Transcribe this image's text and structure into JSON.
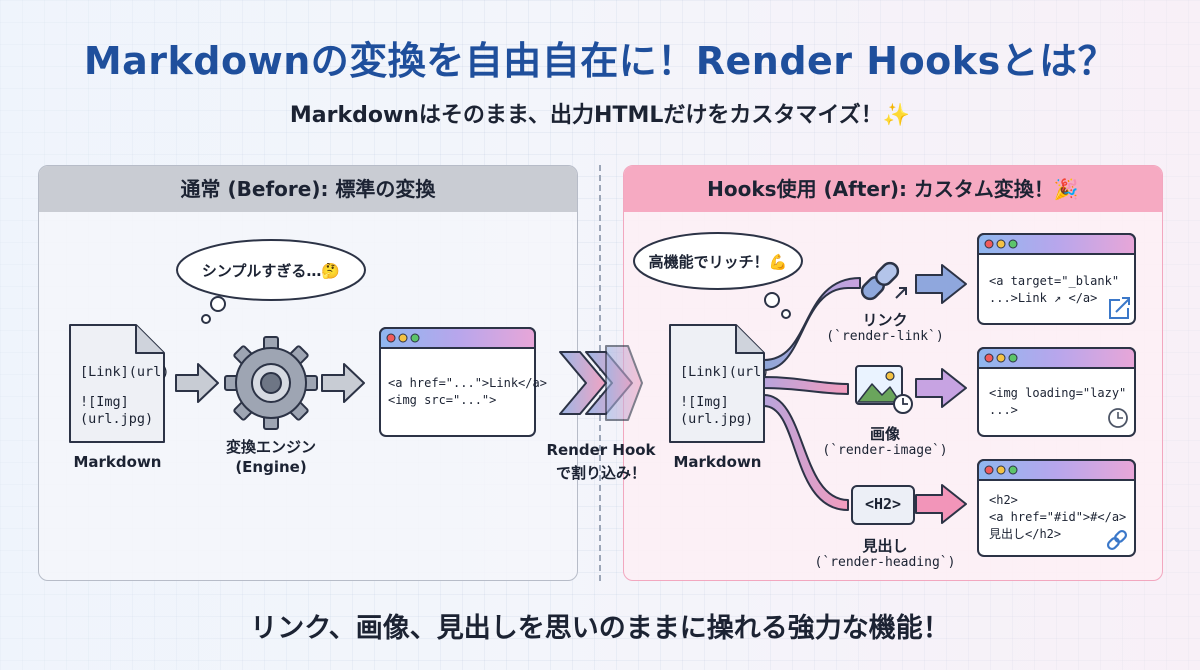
{
  "title": "Markdownの変換を自由自在に！Render Hooksとは？",
  "subtitle": "Markdownはそのまま、出力HTMLだけをカスタマイズ！✨",
  "footer": "リンク、画像、見出しを思いのままに操れる強力な機能！",
  "before": {
    "header": "通常 (Before): 標準の変換",
    "thought": "シンプルすぎる…🤔",
    "doc_lines": [
      "[Link](url)",
      "",
      "![Img]",
      "(url.jpg)"
    ],
    "doc_label": "Markdown",
    "engine_label": "変換エンジン",
    "engine_sub": "(Engine)",
    "output_lines": [
      "<a href=\"...\">Link</a>",
      "<img src=\"...\">"
    ]
  },
  "middle": {
    "label_line1": "Render Hook",
    "label_line2": "で割り込み！"
  },
  "after": {
    "header": "Hooks使用 (After): カスタム変換！🎉",
    "thought": "高機能でリッチ！💪",
    "doc_lines": [
      "[Link](url)",
      "",
      "![Img]",
      "(url.jpg)"
    ],
    "doc_label": "Markdown",
    "hooks": [
      {
        "name": "リンク",
        "hook": "(`render-link`)",
        "icon": "link-icon",
        "output_lines": [
          "<a target=\"_blank\"",
          "...>Link ↗ </a>"
        ],
        "corner_icon": "external-link-icon"
      },
      {
        "name": "画像",
        "hook": "(`render-image`)",
        "icon": "image-icon",
        "output_lines": [
          "<img loading=\"lazy\"",
          "...>"
        ],
        "corner_icon": "clock-icon"
      },
      {
        "name": "見出し",
        "hook": "(`render-heading`)",
        "icon_text": "<H2>",
        "icon": "heading-icon",
        "output_lines": [
          "<h2>",
          "<a href=\"#id\">#</a>",
          "見出し</h2>"
        ],
        "corner_icon": "chain-link-icon"
      }
    ]
  }
}
